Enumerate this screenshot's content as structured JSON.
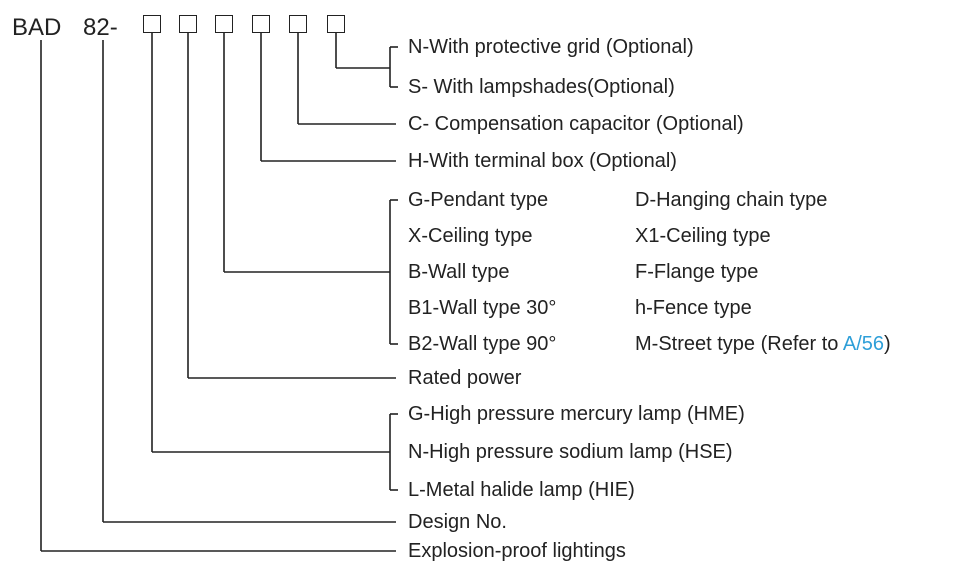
{
  "model": {
    "prefix": "BAD",
    "series": "82-"
  },
  "labels": {
    "protective_grid": "N-With protective grid (Optional)",
    "lampshades": "S- With lampshades(Optional)",
    "capacitor": "C- Compensation capacitor (Optional)",
    "terminal_box": "H-With terminal box (Optional)",
    "mount_left": [
      "G-Pendant type",
      "X-Ceiling type",
      "B-Wall type",
      "B1-Wall type 30°",
      "B2-Wall type 90°"
    ],
    "mount_right": [
      "D-Hanging chain type",
      "X1-Ceiling type",
      "F-Flange type",
      "h-Fence type"
    ],
    "street_type": {
      "text": "M-Street type (Refer to ",
      "link": "A/56",
      "close": ")"
    },
    "rated_power": "Rated power",
    "lamps": [
      "G-High pressure mercury lamp (HME)",
      "N-High pressure sodium lamp (HSE)",
      "L-Metal halide lamp (HIE)"
    ],
    "design_no": "Design No.",
    "explosion_proof": "Explosion-proof lightings"
  },
  "colors": {
    "text": "#222222",
    "link": "#2e9fd8"
  }
}
